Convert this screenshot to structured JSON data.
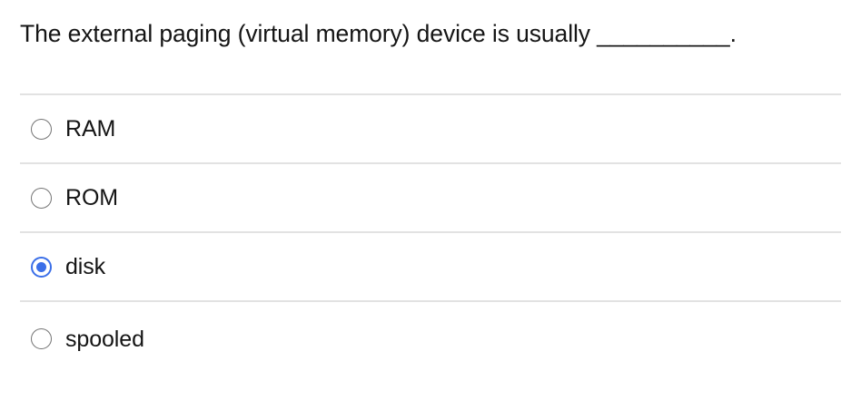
{
  "question": {
    "text": "The external paging (virtual memory) device is usually __________."
  },
  "options": [
    {
      "label": "RAM",
      "selected": false,
      "icon": "radio-unchecked-icon"
    },
    {
      "label": "ROM",
      "selected": false,
      "icon": "radio-unchecked-icon"
    },
    {
      "label": "disk",
      "selected": true,
      "icon": "radio-checked-icon"
    },
    {
      "label": "spooled",
      "selected": false,
      "icon": "radio-unchecked-icon"
    }
  ],
  "colors": {
    "background": "#ffffff",
    "text": "#151515",
    "divider": "#e2e2e2",
    "radio_unselected_border": "#757575",
    "radio_selected_accent": "#3b6fe8"
  }
}
